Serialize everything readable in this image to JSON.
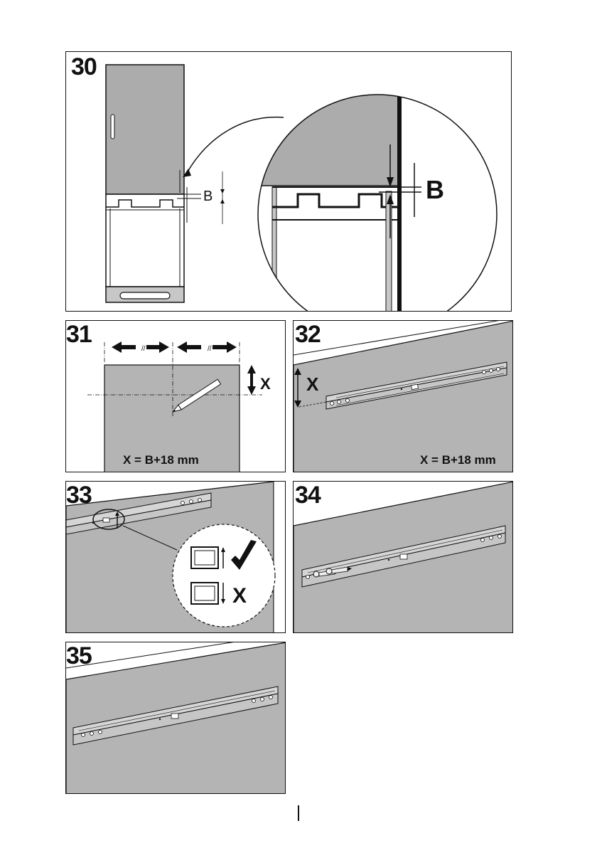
{
  "steps": [
    {
      "number": "30",
      "dimension_label": "B",
      "zoom_label": "B"
    },
    {
      "number": "31",
      "dimension_label": "X",
      "marker": "//",
      "caption": "X = B+18  mm"
    },
    {
      "number": "32",
      "dimension_label": "X",
      "caption": "X = B+18  mm"
    },
    {
      "number": "33",
      "correct_label": "✔",
      "wrong_label": "X"
    },
    {
      "number": "34"
    },
    {
      "number": "35"
    }
  ],
  "colors": {
    "panel_gray": "#b4b4b4",
    "door_gray": "#acacac",
    "line": "#111111"
  }
}
